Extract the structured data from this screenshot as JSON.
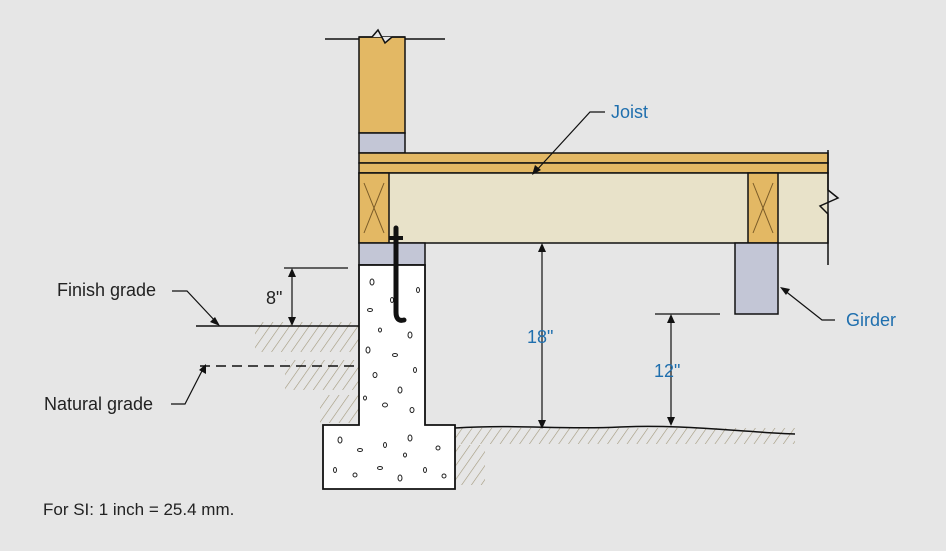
{
  "labels": {
    "joist": "Joist",
    "girder": "Girder",
    "finish_grade": "Finish grade",
    "natural_grade": "Natural grade",
    "dim_8": "8\"",
    "dim_18": "18\"",
    "dim_12": "12\"",
    "footnote": "For SI: 1 inch = 25.4 mm."
  },
  "colors": {
    "background": "#e6e6e6",
    "lumber": "#e3b864",
    "joist_face": "#e8e2c9",
    "concrete": "#ffffff",
    "sill_gasket": "#c3c6d6",
    "girder_post": "#c3c6d6",
    "dimension_text": "#1f6fae",
    "label_text": "#222222"
  }
}
